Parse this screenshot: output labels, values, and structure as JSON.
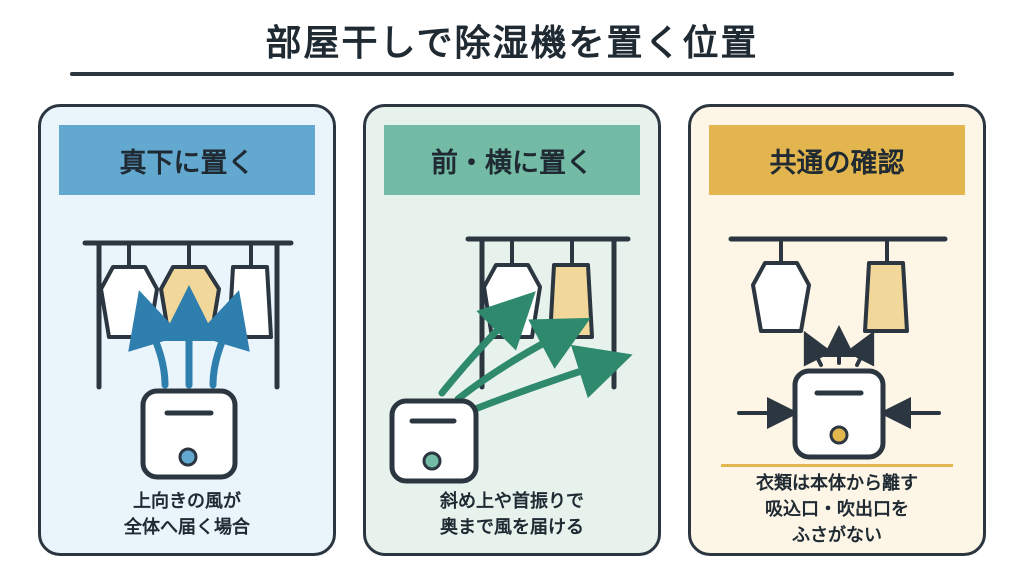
{
  "page": {
    "title": "部屋干しで除湿機を置く位置"
  },
  "panels": [
    {
      "header": "真下に置く",
      "caption_lines": [
        "上向きの風が",
        "全体へ届く場合"
      ]
    },
    {
      "header": "前・横に置く",
      "caption_lines": [
        "斜め上や首振りで",
        "奥まで風を届ける"
      ]
    },
    {
      "header": "共通の確認",
      "caption_lines": [
        "衣類は本体から離す",
        "吸込口・吹出口を",
        "ふさがない"
      ]
    }
  ],
  "colors": {
    "outline": "#2b3640",
    "blue": "#62a8cf",
    "green": "#73bba4",
    "yellow": "#e3b54e",
    "cloth_fill": "#f1d79a",
    "blue_arrow": "#2f7fae",
    "green_arrow": "#2f8a6d"
  }
}
